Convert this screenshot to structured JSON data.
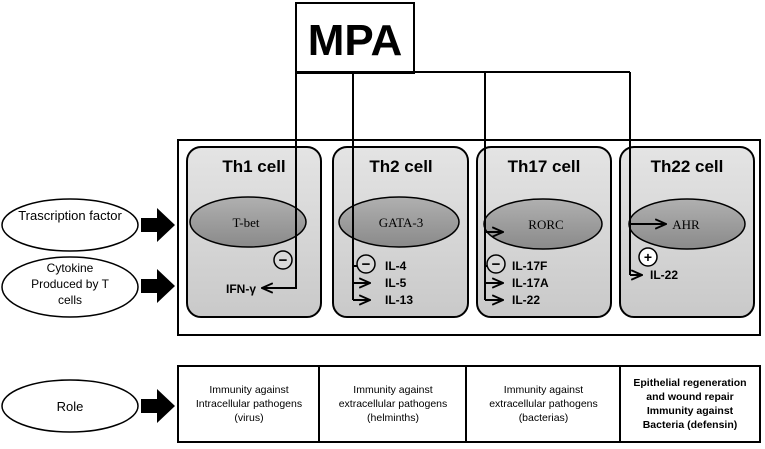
{
  "title": "MPA",
  "left_labels": {
    "transcription": "Trascription factor",
    "cytokine": "Cytokine Produced by T cells",
    "role": "Role"
  },
  "cells": [
    {
      "name": "Th1 cell",
      "factor": "T-bet",
      "regulation": "−",
      "cytokines": [
        "IFN-γ"
      ],
      "role": "Immunity against\nIntracellular pathogens\n(virus)"
    },
    {
      "name": "Th2 cell",
      "factor": "GATA-3",
      "regulation": "−",
      "cytokines": [
        "IL-4",
        "IL-5",
        "IL-13"
      ],
      "role": "Immunity against\nextracellular pathogens\n(helminths)"
    },
    {
      "name": "Th17 cell",
      "factor": "RORC",
      "regulation": "−",
      "cytokines": [
        "IL-17F",
        "IL-17A",
        "IL-22"
      ],
      "role": "Immunity against\nextracellular pathogens\n(bacterias)"
    },
    {
      "name": "Th22 cell",
      "factor": "AHR",
      "regulation": "+",
      "cytokines": [
        "IL-22"
      ],
      "role": "Epithelial regeneration\nand wound repair\nImmunity against\nBacteria (defensin)"
    }
  ]
}
